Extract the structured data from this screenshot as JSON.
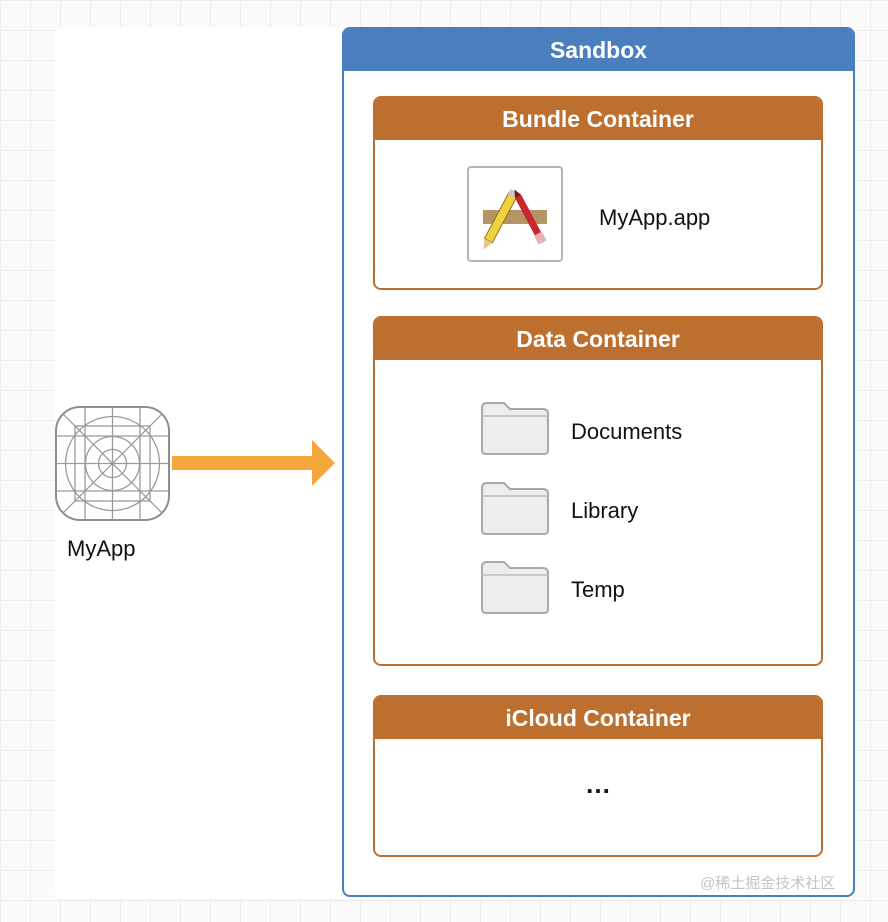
{
  "app": {
    "label": "MyApp",
    "icon": "app-grid-icon"
  },
  "arrow": {
    "color": "#f5a73b"
  },
  "sandbox": {
    "title": "Sandbox",
    "color": "#4a7ebf"
  },
  "bundle_container": {
    "title": "Bundle Container",
    "item_label": "MyApp.app",
    "item_icon": "xcode-icon"
  },
  "data_container": {
    "title": "Data Container",
    "items": [
      {
        "label": "Documents",
        "icon": "folder-icon"
      },
      {
        "label": "Library",
        "icon": "folder-icon"
      },
      {
        "label": "Temp",
        "icon": "folder-icon"
      }
    ]
  },
  "icloud_container": {
    "title": "iCloud Container",
    "content": "…"
  },
  "container_color": "#bd6f2f",
  "watermark": "@稀土掘金技术社区"
}
